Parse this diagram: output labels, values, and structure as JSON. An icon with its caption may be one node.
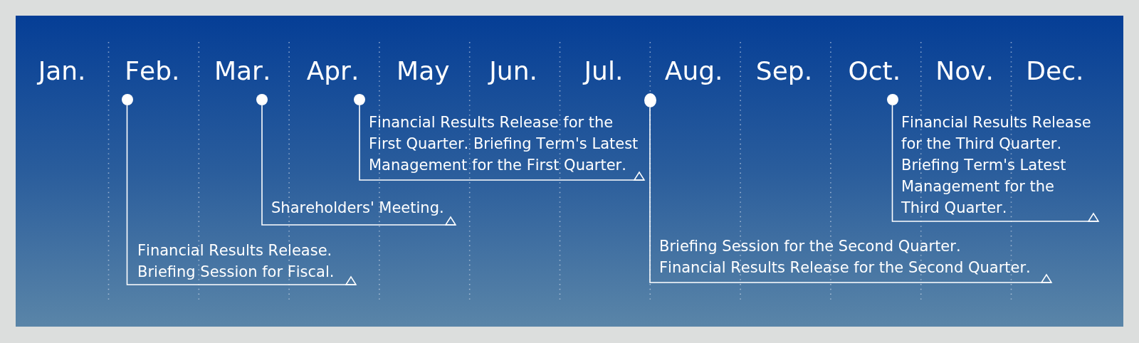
{
  "diagram": {
    "nodes": [
      {
        "text": [],
        "shape": "circle"
      },
      {
        "text": [
          "Financial Results Release.",
          "Briefing Session for Fiscal."
        ]
      },
      {
        "text": [],
        "shape": "circle"
      },
      {
        "text": [
          "Shareholders' Meeting."
        ]
      },
      {
        "text": [],
        "shape": "circle"
      },
      {
        "text": [
          "Financial Results Release for the First Quarter. Briefing Term's Latest Management for the First Quarter."
        ]
      },
      {
        "text": [],
        "shape": "circle"
      },
      {
        "text": [
          "Briefing Session for the Second Quarter.",
          "Financial Results Release for the Second Quarter."
        ]
      },
      {
        "text": [],
        "shape": "circle"
      },
      {
        "text": [
          "Financial Results Release for the Third Quarter. Briefing Term's Latest Management for the Third Quarter."
        ]
      }
    ],
    "edges": [
      {
        "from": 0,
        "to": 1,
        "arrow": "other"
      },
      {
        "from": 2,
        "to": 3,
        "arrow": "other"
      },
      {
        "from": 4,
        "to": 5,
        "arrow": "other"
      },
      {
        "from": 6,
        "to": 7,
        "arrow": "other"
      },
      {
        "from": 8,
        "to": 9,
        "arrow": "other"
      }
    ],
    "labels": [
      "Jan.",
      "Feb.",
      "Mar.",
      "Apr.",
      "May",
      "Jun.",
      "Jul.",
      "Aug.",
      "Sep.",
      "Oct.",
      "Nov.",
      "Dec."
    ]
  }
}
